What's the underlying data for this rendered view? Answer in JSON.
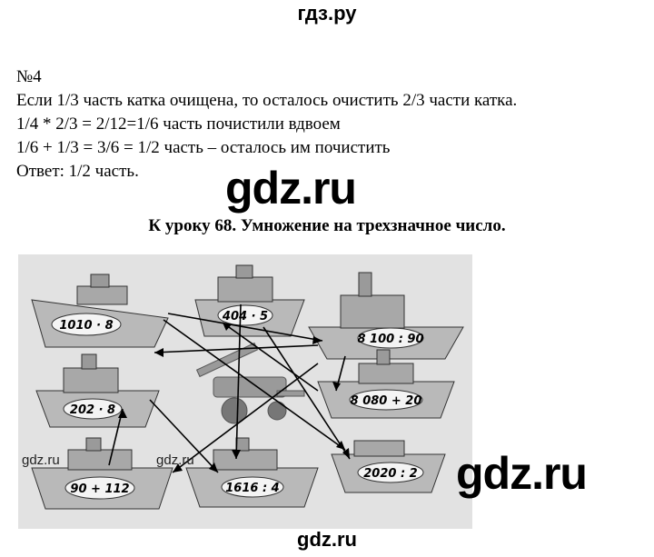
{
  "site_title": "гдз.ру",
  "task": {
    "number": "№4",
    "lines": [
      "Если 1/3 часть катка очищена, то осталось очистить 2/3 части катка.",
      "1/4 * 2/3 = 2/12=1/6 часть почистили вдвоем",
      "1/6 + 1/3 = 3/6 = 1/2 часть – осталось им почистить",
      "Ответ: 1/2 часть."
    ]
  },
  "watermark": "gdz.ru",
  "lesson_heading": "К  уроку 68. Умножение на трехзначное число.",
  "ships": [
    "1010 · 8",
    "404 · 5",
    "8 100 : 90",
    "202 · 8",
    "8 080 + 20",
    "90 + 112",
    "1616 : 4",
    "2020 : 2"
  ],
  "footer": "gdz.ru"
}
